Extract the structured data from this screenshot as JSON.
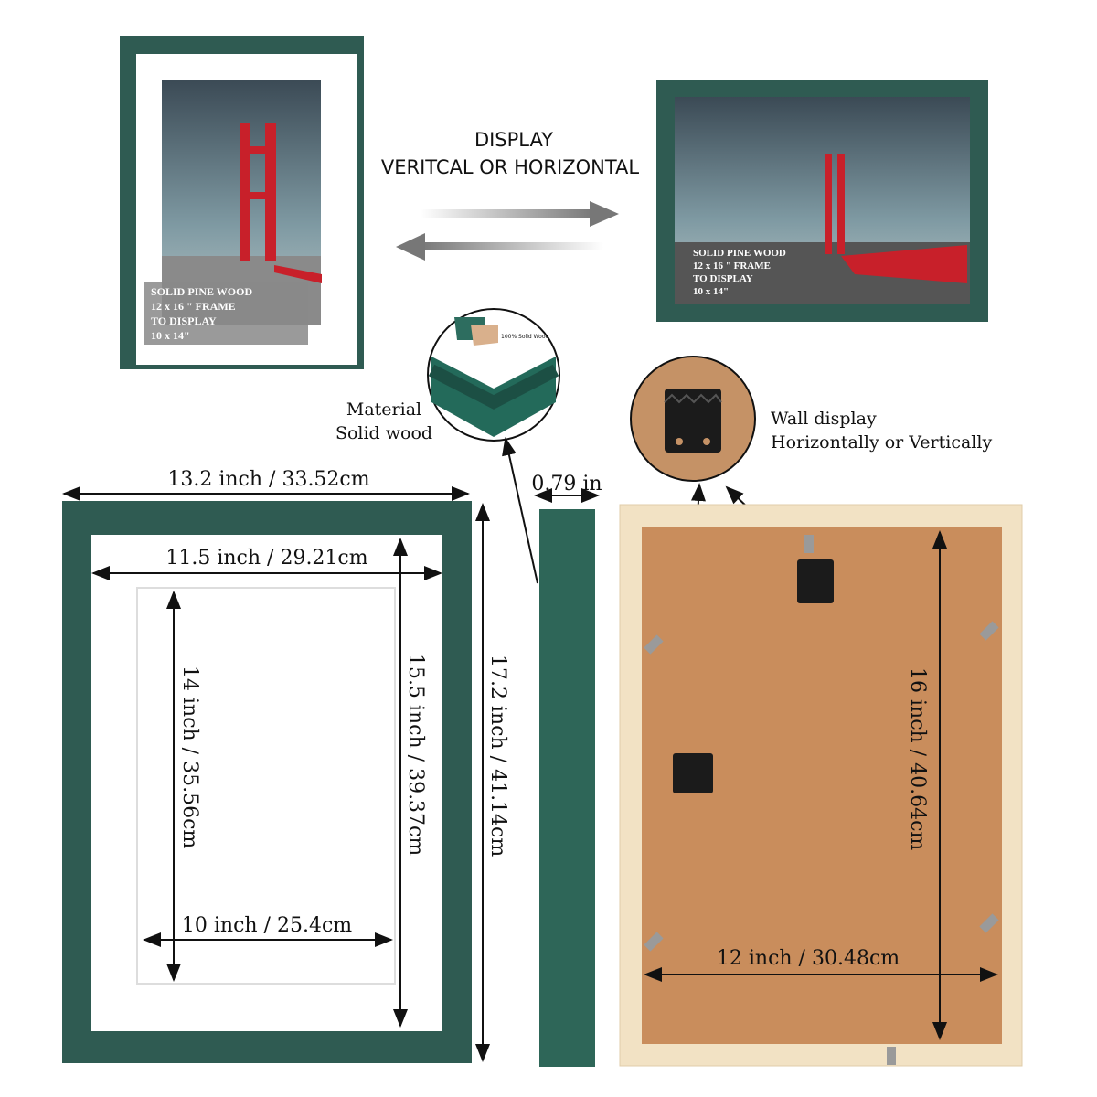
{
  "headline": {
    "line1": "DISPLAY",
    "line2": "VERITCAL OR HORIZONTAL"
  },
  "photo_label": {
    "line1": "SOLID PINE WOOD",
    "line2": "12 x 16 \" FRAME",
    "line3": "TO DISPLAY",
    "line4": "10 x 14\""
  },
  "material": {
    "line1": "Material",
    "line2": "Solid wood",
    "inset_text": "100% Solid Wood"
  },
  "wall": {
    "line1": "Wall display",
    "line2": "Horizontally or Vertically"
  },
  "dimensions": {
    "outer_width": "13.2 inch / 33.52cm",
    "mat_width": "11.5 inch / 29.21cm",
    "opening_width": "10 inch / 25.4cm",
    "opening_height": "14 inch / 35.56cm",
    "mat_height": "15.5 inch / 39.37cm",
    "outer_height": "17.2 inch / 41.14cm",
    "depth": "0.79 in",
    "back_width": "12 inch / 30.48cm",
    "back_height": "16 inch / 40.64cm"
  },
  "colors": {
    "frame": "#2f5b52",
    "backing": "#c98d5c",
    "back_frame": "#f2e2c4",
    "bridge": "#c8202a"
  }
}
